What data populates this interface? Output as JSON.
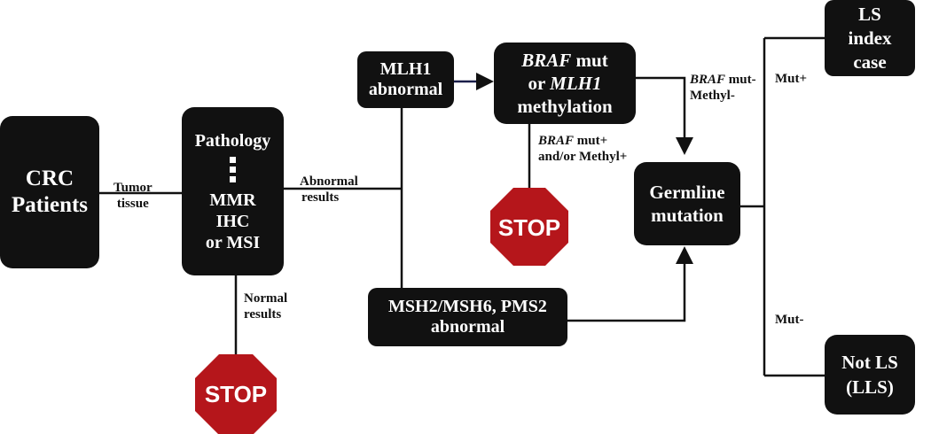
{
  "boxes": {
    "crc": [
      "CRC",
      "Patients"
    ],
    "pathology": {
      "top": "Pathology",
      "bottom": [
        "MMR",
        "IHC",
        "or MSI"
      ]
    },
    "mlh1": [
      "MLH1",
      "abnormal"
    ],
    "braf": {
      "line1_italic": "BRAF",
      "line1_rest": " mut",
      "line2_pre": "or ",
      "line2_italic": "MLH1",
      "line3": "methylation"
    },
    "msh": [
      "MSH2/MSH6, PMS2",
      "abnormal"
    ],
    "germline": [
      "Germline",
      "mutation"
    ],
    "ls_index": [
      "LS",
      "index",
      "case"
    ],
    "not_ls": [
      "Not LS",
      "(LLS)"
    ]
  },
  "labels": {
    "tumor_tissue": [
      "Tumor",
      "tissue"
    ],
    "abnormal_results": [
      "Abnormal",
      "results"
    ],
    "normal_results": [
      "Normal",
      "results"
    ],
    "braf_neg": {
      "italic": "BRAF",
      "rest": " mut-",
      "line2": "Methyl-"
    },
    "braf_pos": {
      "italic": "BRAF",
      "rest": " mut+",
      "line2": "and/or Methyl+"
    },
    "mut_pos": "Mut+",
    "mut_neg": "Mut-"
  },
  "stop_signs": [
    "STOP",
    "STOP"
  ],
  "colors": {
    "box": "#111111",
    "stop": "#b5161b",
    "line": "#111111",
    "arrow": "#1a1f4a"
  }
}
